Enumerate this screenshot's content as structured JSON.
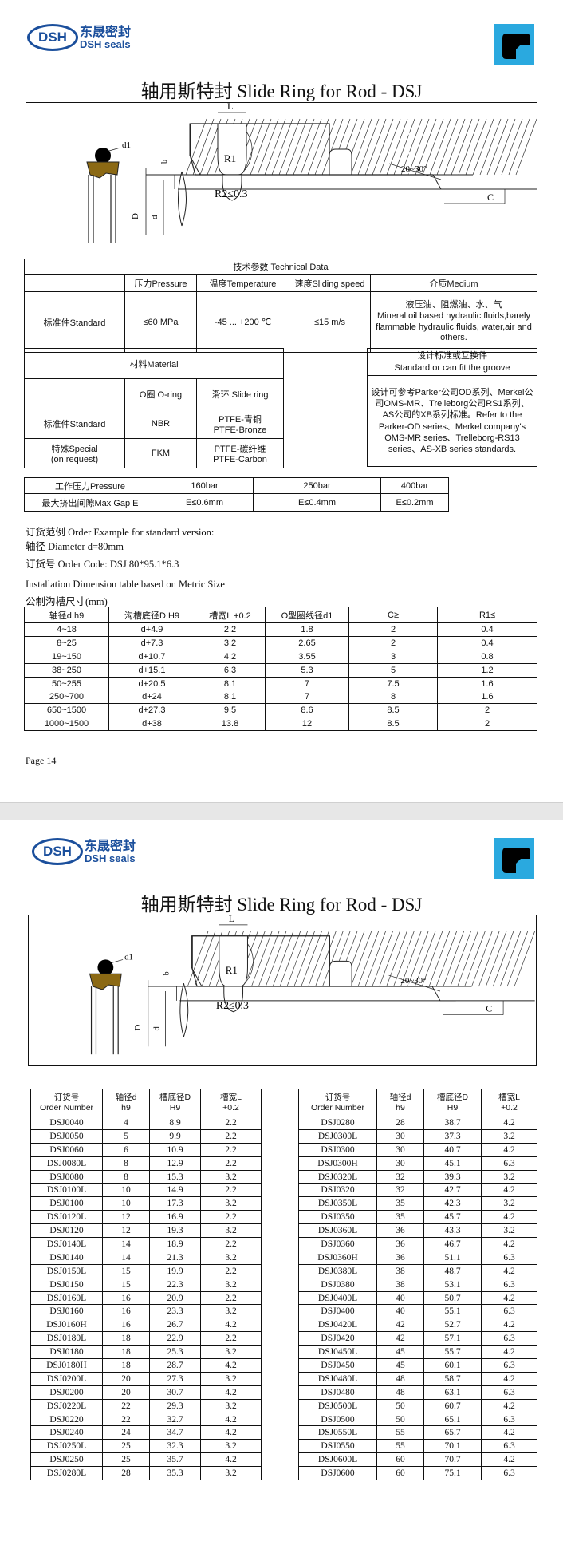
{
  "brand": {
    "logo_abbr": "DSH",
    "name_cn": "东晟密封",
    "name_en": "DSH seals"
  },
  "title": "轴用斯特封 Slide Ring  for Rod - DSJ",
  "drawing": {
    "L": "L",
    "R1": "R1",
    "R2": "R2≤0.3",
    "angle": "20~30°",
    "C": "C",
    "b": "b",
    "D": "D",
    "d": "d",
    "d1": "d1"
  },
  "tech": {
    "header": "技术参数 Technical Data",
    "cols": [
      "压力Pressure",
      "温度Temperature",
      "速度Sliding speed",
      "介质Medium"
    ],
    "row_label": "标准件Standard",
    "pressure": "≤60 MPa",
    "temperature": "-45 ... +200 ℃",
    "speed": "≤15 m/s",
    "medium": "液压油、阻燃油、水、气\nMineral oil based hydraulic fluids,barely flammable hydraulic fluids, water,air and others."
  },
  "material": {
    "header": "材料Material",
    "cols": [
      "O圈 O-ring",
      "滑环 Slide ring"
    ],
    "rows": [
      {
        "label": "标准件Standard",
        "oring": "NBR",
        "ring": "PTFE-青铜\nPTFE-Bronze"
      },
      {
        "label": "特殊Special\n(on request)",
        "oring": "FKM",
        "ring": "PTFE-碳纤维\nPTFE-Carbon"
      }
    ]
  },
  "design": {
    "header": "设计标准或互换件\nStandard or can fit the groove",
    "body": "设计可参考Parker公司OD系列、Merkel公司OMS-MR、Trelleborg公司RS1系列、AS公司的XB系列标准。Refer to the Parker-OD series、Merkel company's OMS-MR series、Trelleborg-RS13 series、AS-XB series standards."
  },
  "gap": {
    "rows": [
      {
        "label": "工作压力Pressure",
        "v1": "160bar",
        "v2": "250bar",
        "v3": "400bar"
      },
      {
        "label": "最大挤出间隙Max Gap E",
        "v1": "E≤0.6mm",
        "v2": "E≤0.4mm",
        "v3": "E≤0.2mm"
      }
    ]
  },
  "order_example": {
    "line1": "订货范例  Order Example for standard version:",
    "line2": "轴径  Diameter d=80mm",
    "line3": "订货号 Order Code:  DSJ 80*95.1*6.3"
  },
  "install": {
    "line1": "Installation Dimension table based on Metric Size",
    "line2": "公制沟槽尺寸(mm)"
  },
  "dim_table": {
    "headers": [
      "轴径d  h9",
      "沟槽底径D  H9",
      "槽宽L  +0.2",
      "O型圈线径d1",
      "C≥",
      "R1≤"
    ],
    "rows": [
      [
        "4~18",
        "d+4.9",
        "2.2",
        "1.8",
        "2",
        "0.4"
      ],
      [
        "8~25",
        "d+7.3",
        "3.2",
        "2.65",
        "2",
        "0.4"
      ],
      [
        "19~150",
        "d+10.7",
        "4.2",
        "3.55",
        "3",
        "0.8"
      ],
      [
        "38~250",
        "d+15.1",
        "6.3",
        "5.3",
        "5",
        "1.2"
      ],
      [
        "50~255",
        "d+20.5",
        "8.1",
        "7",
        "7.5",
        "1.6"
      ],
      [
        "250~700",
        "d+24",
        "8.1",
        "7",
        "8",
        "1.6"
      ],
      [
        "650~1500",
        "d+27.3",
        "9.5",
        "8.6",
        "8.5",
        "2"
      ],
      [
        "1000~1500",
        "d+38",
        "13.8",
        "12",
        "8.5",
        "2"
      ]
    ]
  },
  "page_label": "Page  14",
  "page2_title": "轴用斯特封 Slide Ring for Rod - DSJ",
  "order_table": {
    "headers": [
      "订货号\nOrder Number",
      "轴径d\nh9",
      "槽底径D\nH9",
      "槽宽L\n+0.2"
    ],
    "left": [
      [
        "DSJ0040",
        "4",
        "8.9",
        "2.2"
      ],
      [
        "DSJ0050",
        "5",
        "9.9",
        "2.2"
      ],
      [
        "DSJ0060",
        "6",
        "10.9",
        "2.2"
      ],
      [
        "DSJ0080L",
        "8",
        "12.9",
        "2.2"
      ],
      [
        "DSJ0080",
        "8",
        "15.3",
        "3.2"
      ],
      [
        "DSJ0100L",
        "10",
        "14.9",
        "2.2"
      ],
      [
        "DSJ0100",
        "10",
        "17.3",
        "3.2"
      ],
      [
        "DSJ0120L",
        "12",
        "16.9",
        "2.2"
      ],
      [
        "DSJ0120",
        "12",
        "19.3",
        "3.2"
      ],
      [
        "DSJ0140L",
        "14",
        "18.9",
        "2.2"
      ],
      [
        "DSJ0140",
        "14",
        "21.3",
        "3.2"
      ],
      [
        "DSJ0150L",
        "15",
        "19.9",
        "2.2"
      ],
      [
        "DSJ0150",
        "15",
        "22.3",
        "3.2"
      ],
      [
        "DSJ0160L",
        "16",
        "20.9",
        "2.2"
      ],
      [
        "DSJ0160",
        "16",
        "23.3",
        "3.2"
      ],
      [
        "DSJ0160H",
        "16",
        "26.7",
        "4.2"
      ],
      [
        "DSJ0180L",
        "18",
        "22.9",
        "2.2"
      ],
      [
        "DSJ0180",
        "18",
        "25.3",
        "3.2"
      ],
      [
        "DSJ0180H",
        "18",
        "28.7",
        "4.2"
      ],
      [
        "DSJ0200L",
        "20",
        "27.3",
        "3.2"
      ],
      [
        "DSJ0200",
        "20",
        "30.7",
        "4.2"
      ],
      [
        "DSJ0220L",
        "22",
        "29.3",
        "3.2"
      ],
      [
        "DSJ0220",
        "22",
        "32.7",
        "4.2"
      ],
      [
        "DSJ0240",
        "24",
        "34.7",
        "4.2"
      ],
      [
        "DSJ0250L",
        "25",
        "32.3",
        "3.2"
      ],
      [
        "DSJ0250",
        "25",
        "35.7",
        "4.2"
      ],
      [
        "DSJ0280L",
        "28",
        "35.3",
        "3.2"
      ]
    ],
    "right": [
      [
        "DSJ0280",
        "28",
        "38.7",
        "4.2"
      ],
      [
        "DSJ0300L",
        "30",
        "37.3",
        "3.2"
      ],
      [
        "DSJ0300",
        "30",
        "40.7",
        "4.2"
      ],
      [
        "DSJ0300H",
        "30",
        "45.1",
        "6.3"
      ],
      [
        "DSJ0320L",
        "32",
        "39.3",
        "3.2"
      ],
      [
        "DSJ0320",
        "32",
        "42.7",
        "4.2"
      ],
      [
        "DSJ0350L",
        "35",
        "42.3",
        "3.2"
      ],
      [
        "DSJ0350",
        "35",
        "45.7",
        "4.2"
      ],
      [
        "DSJ0360L",
        "36",
        "43.3",
        "3.2"
      ],
      [
        "DSJ0360",
        "36",
        "46.7",
        "4.2"
      ],
      [
        "DSJ0360H",
        "36",
        "51.1",
        "6.3"
      ],
      [
        "DSJ0380L",
        "38",
        "48.7",
        "4.2"
      ],
      [
        "DSJ0380",
        "38",
        "53.1",
        "6.3"
      ],
      [
        "DSJ0400L",
        "40",
        "50.7",
        "4.2"
      ],
      [
        "DSJ0400",
        "40",
        "55.1",
        "6.3"
      ],
      [
        "DSJ0420L",
        "42",
        "52.7",
        "4.2"
      ],
      [
        "DSJ0420",
        "42",
        "57.1",
        "6.3"
      ],
      [
        "DSJ0450L",
        "45",
        "55.7",
        "4.2"
      ],
      [
        "DSJ0450",
        "45",
        "60.1",
        "6.3"
      ],
      [
        "DSJ0480L",
        "48",
        "58.7",
        "4.2"
      ],
      [
        "DSJ0480",
        "48",
        "63.1",
        "6.3"
      ],
      [
        "DSJ0500L",
        "50",
        "60.7",
        "4.2"
      ],
      [
        "DSJ0500",
        "50",
        "65.1",
        "6.3"
      ],
      [
        "DSJ0550L",
        "55",
        "65.7",
        "4.2"
      ],
      [
        "DSJ0550",
        "55",
        "70.1",
        "6.3"
      ],
      [
        "DSJ0600L",
        "60",
        "70.7",
        "4.2"
      ],
      [
        "DSJ0600",
        "60",
        "75.1",
        "6.3"
      ]
    ]
  },
  "colors": {
    "brand_blue": "#1b4f9c",
    "icon_cyan": "#2aa9df",
    "seal_brown": "#8b6914"
  }
}
